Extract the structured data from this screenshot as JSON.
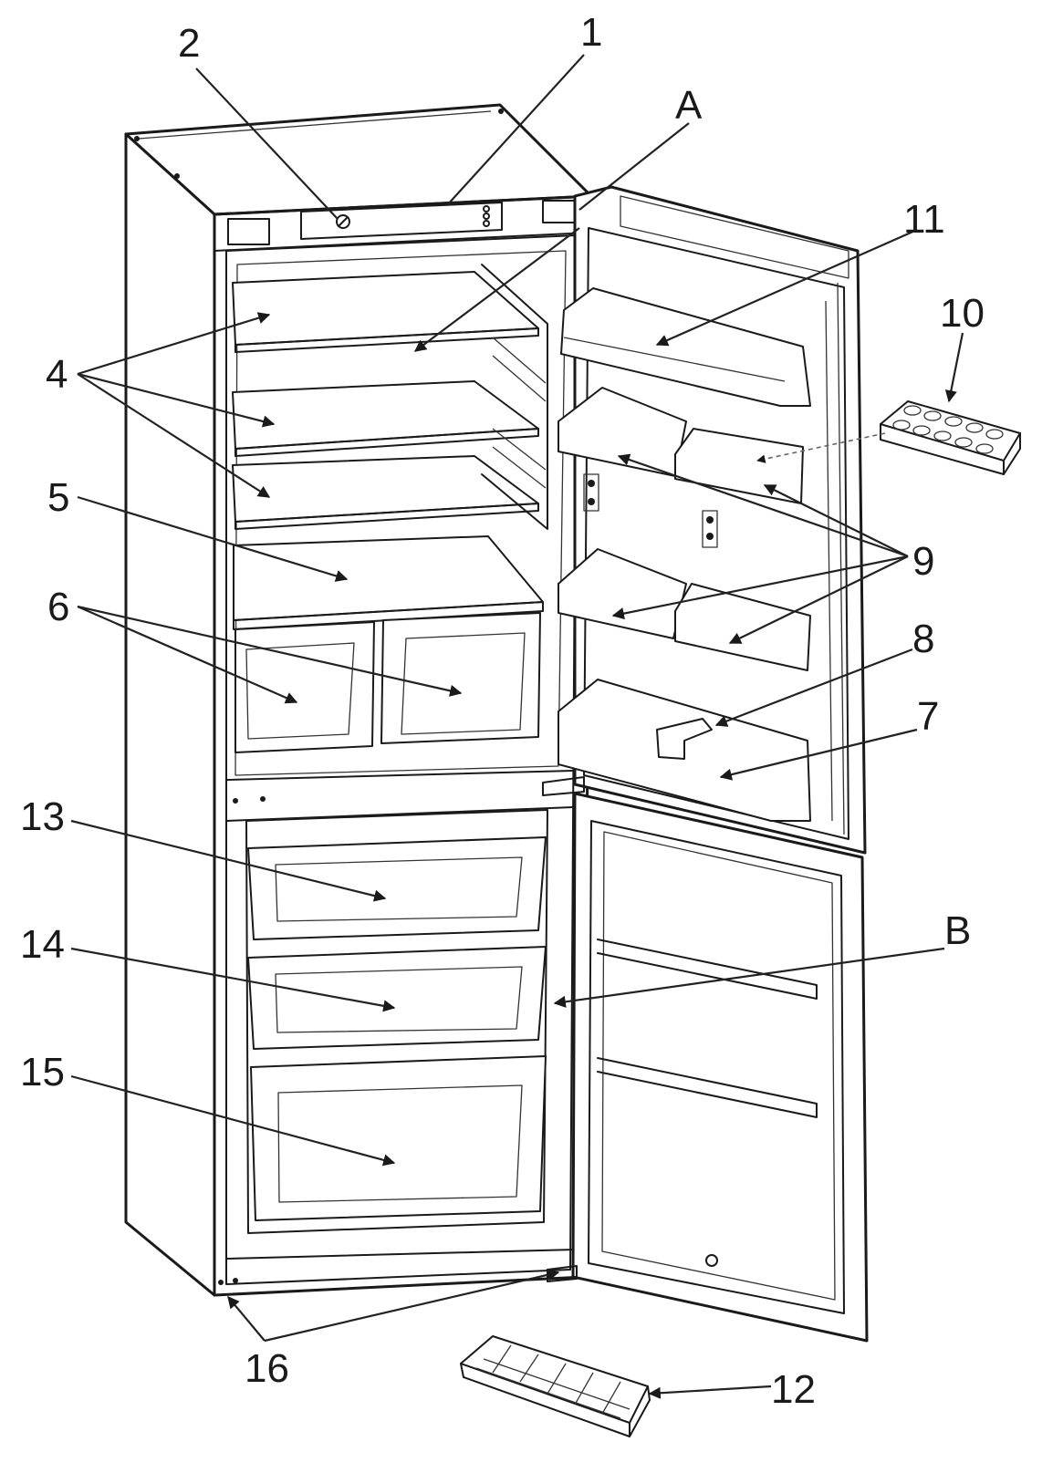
{
  "labels": {
    "n1": "1",
    "n2": "2",
    "A": "A",
    "n11": "11",
    "n10": "10",
    "n4": "4",
    "n5": "5",
    "n6": "6",
    "n9": "9",
    "n8": "8",
    "n7": "7",
    "n13": "13",
    "n14": "14",
    "B": "B",
    "n15": "15",
    "n16": "16",
    "n12": "12"
  },
  "colors": {
    "line": "#1a1a1a",
    "background": "#ffffff"
  }
}
